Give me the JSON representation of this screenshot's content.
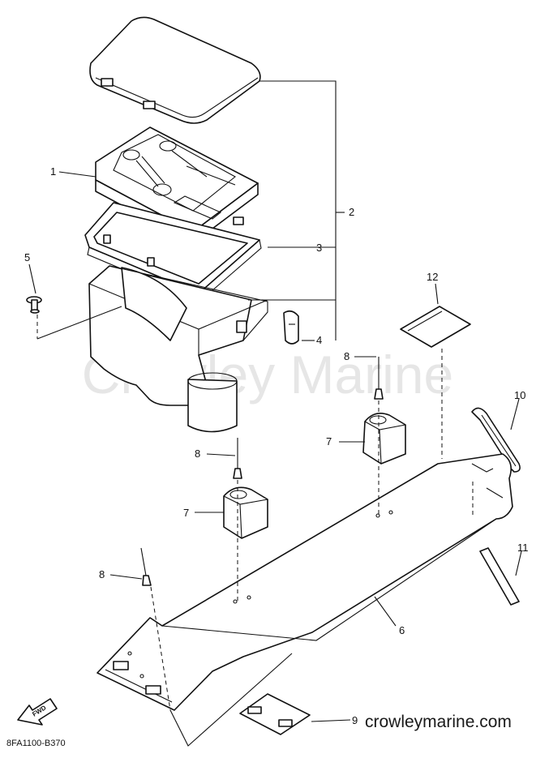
{
  "watermark": "Crowley Marine",
  "website": "crowleymarine.com",
  "diagram_code": "8FA1100-B370",
  "fwd_label": "FWD",
  "callouts": {
    "c1": "1",
    "c2": "2",
    "c3": "3",
    "c4": "4",
    "c5": "5",
    "c6": "6",
    "c7a": "7",
    "c7b": "7",
    "c8a": "8",
    "c8b": "8",
    "c8c": "8",
    "c9": "9",
    "c10": "10",
    "c11": "11",
    "c12": "12"
  }
}
